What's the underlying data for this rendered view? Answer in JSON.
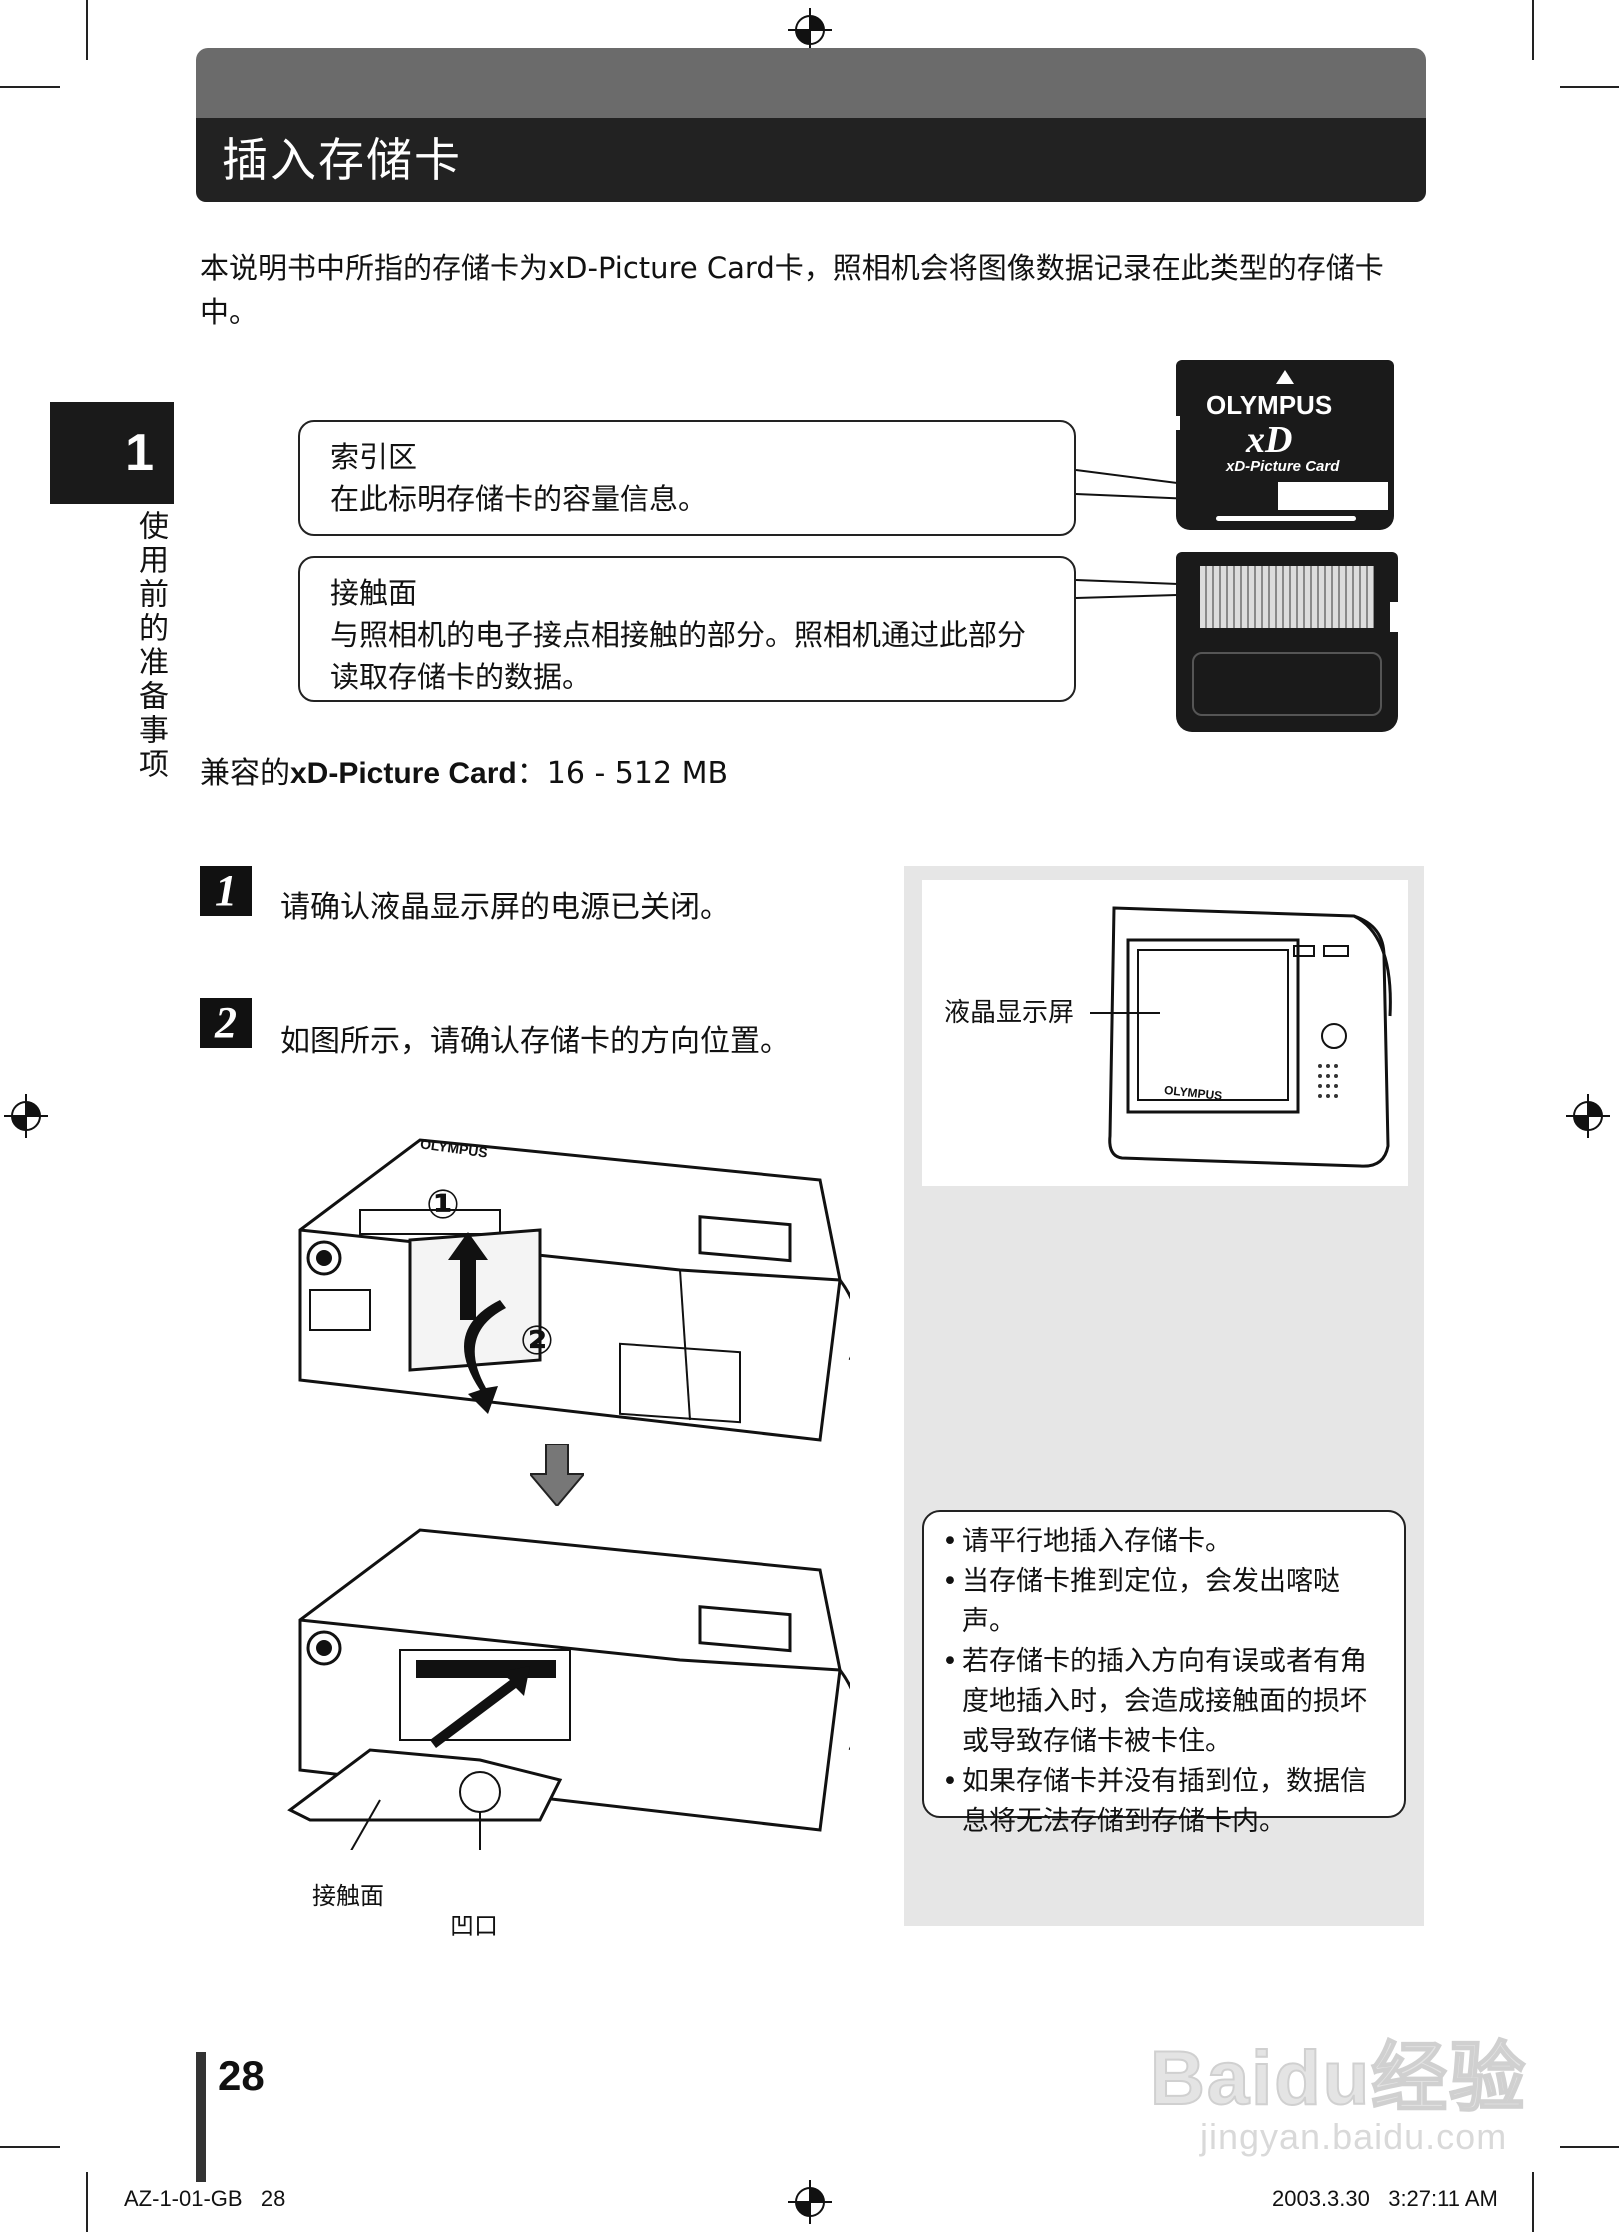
{
  "header": {
    "title": "插入存储卡"
  },
  "intro": "本说明书中所指的存储卡为xD-Picture Card卡，照相机会将图像数据记录在此类型的存储卡中。",
  "chapter": {
    "number": "1",
    "title": "使用前的准备事项"
  },
  "card_parts": [
    {
      "title": "索引区",
      "desc": "在此标明存储卡的容量信息。"
    },
    {
      "title": "接触面",
      "desc": "与照相机的电子接点相接触的部分。照相机通过此部分读取存储卡的数据。"
    }
  ],
  "card_logo": {
    "brand": "OLYMPUS",
    "xd": "xD",
    "name": "xD-Picture Card"
  },
  "compat": {
    "label": "兼容的",
    "card": "xD-Picture Card",
    "colon": "：",
    "range": "16 - 512 MB"
  },
  "steps": [
    {
      "num": "1",
      "text": "请确认液晶显示屏的电源已关闭。"
    },
    {
      "num": "2",
      "text": "如图所示，请确认存储卡的方向位置。"
    }
  ],
  "figure": {
    "arrow1": "①",
    "arrow2": "②",
    "brand": "OLYMPUS",
    "label_contact": "接触面",
    "label_notch": "凹口"
  },
  "side_panel": {
    "lcd_label": "液晶显示屏",
    "camera_brand": "OLYMPUS",
    "notes": [
      "请平行地插入存储卡。",
      "当存储卡推到定位，会发出喀哒声。",
      "若存储卡的插入方向有误或者有角度地插入时，会造成接触面的损坏或导致存储卡被卡住。",
      "如果存储卡并没有插到位，数据信息将无法存储到存储卡内。"
    ]
  },
  "page_number": "28",
  "footer": {
    "left": "AZ-1-01-GB   28",
    "right": "2003.3.30   3:27:11 AM"
  },
  "watermark": {
    "main": "Baidu经验",
    "sub": "jingyan.baidu.com"
  }
}
